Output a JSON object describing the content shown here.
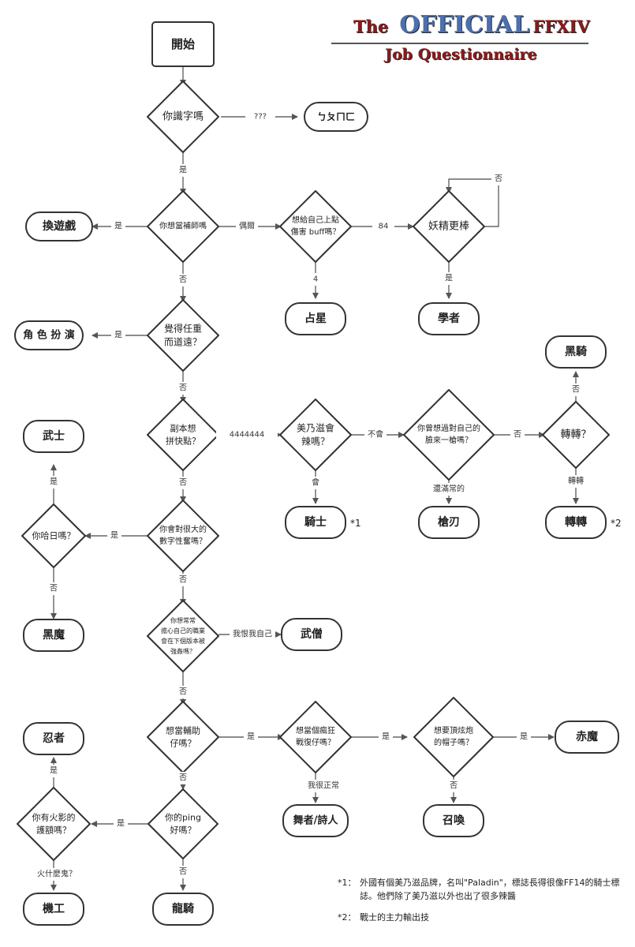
{
  "title": {
    "the": "The",
    "official": "OFFICIAL",
    "ffxiv": "FFXIV",
    "subtitle": "Job Questionnaire"
  },
  "nodes": {
    "start": "開始",
    "q_read": "你識字嗎",
    "bopomofo": "ㄅㄆㄇㄈ",
    "q_healer": "你想當補師嗎",
    "change_game": "換遊戲",
    "q_buff_1": "想給自己上點",
    "q_buff_2": "傷害 buff嗎？",
    "q_fairy": "妖精更棒",
    "astrologian": "占星",
    "scholar": "學者",
    "q_longroad_1": "覺得任重",
    "q_longroad_2": "而道遠？",
    "roleplay": "角 色 扮 演",
    "q_fast_1": "副本想",
    "q_fast_2": "拼快點？",
    "q_spicy_1": "美乃滋會",
    "q_spicy_2": "辣嗎？",
    "q_selfhit_1": "你曾想過對自己的",
    "q_selfhit_2": "臉來一槍嗎？",
    "q_spin": "轉轉？",
    "dark_knight": "黑騎",
    "paladin": "騎士",
    "gunbreaker": "槍刃",
    "warrior": "轉轉",
    "samurai": "武士",
    "q_haryu": "你哈日嗎？",
    "black_mage": "黑魔",
    "q_numbers_1": "你會對很大的",
    "q_numbers_2": "數字性奮嗎？",
    "q_rework_1": "你想常常",
    "q_rework_2": "擔心自己的職業",
    "q_rework_3": "會在下個版本被",
    "q_rework_4": "強姦嗎？",
    "monk": "武僧",
    "q_support_1": "想當輔助",
    "q_support_2": "仔嗎？",
    "q_revive_1": "想當個瘋狂",
    "q_revive_2": "戰復仔嗎？",
    "q_hat_1": "想要頂炫炮",
    "q_hat_2": "的帽子嗎？",
    "red_mage": "赤魔",
    "dancer_bard": "舞者/詩人",
    "summoner": "召喚",
    "ninja": "忍者",
    "q_shadow_1": "你有火影的",
    "q_shadow_2": "護額嗎？",
    "q_ping_1": "你的ping",
    "q_ping_2": "好嗎？",
    "machinist": "機工",
    "dragoon": "龍騎"
  },
  "edges": {
    "q_read_no": "???",
    "q_read_yes": "是",
    "healer_yes": "是",
    "healer_sometimes": "偶爾",
    "healer_no": "否",
    "buff_84": "84",
    "buff_4": "4",
    "fairy_no": "否",
    "fairy_yes": "是",
    "longroad_yes": "是",
    "longroad_no": "否",
    "fast_4444444": "4444444",
    "fast_no": "否",
    "spicy_wont": "不會",
    "spicy_will": "會",
    "selfhit_no": "否",
    "selfhit_ok": "還滿常的",
    "spin_no": "否",
    "spin_yes": "轉轉",
    "numbers_yes": "是",
    "numbers_no": "否",
    "haryu_yes": "是",
    "haryu_no": "否",
    "rework_hate": "我恨我自己",
    "rework_no": "否",
    "support_yes": "是",
    "support_no": "否",
    "revive_yes": "是",
    "revive_normal": "我很正常",
    "hat_yes": "是",
    "hat_no": "否",
    "ping_yes": "是",
    "ping_no": "否",
    "shadow_yes": "是",
    "shadow_what": "火什麼鬼？"
  },
  "footnote_marks": {
    "paladin": "*1",
    "warrior": "*2"
  },
  "notes": [
    {
      "mark": "*1：",
      "text": "外國有個美乃滋品牌，名叫\"Paladin\"，標誌長得很像FF14的騎士標誌。他們除了美乃滋以外也出了很多辣醬"
    },
    {
      "mark": "*2：",
      "text": "戰士的主力輸出技"
    }
  ]
}
